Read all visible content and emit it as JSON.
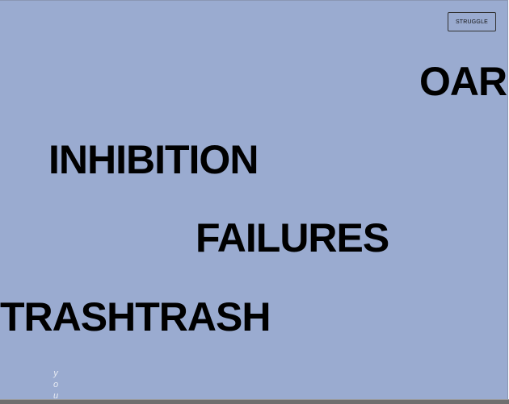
{
  "background_color": "#9aabd0",
  "button": {
    "label": "STRUGGLE"
  },
  "words": {
    "oar": "OAR",
    "inhibition": "INHIBITION",
    "failures": "FAILURES",
    "trash": "TRASHTRASH"
  },
  "vertical_text": "you"
}
